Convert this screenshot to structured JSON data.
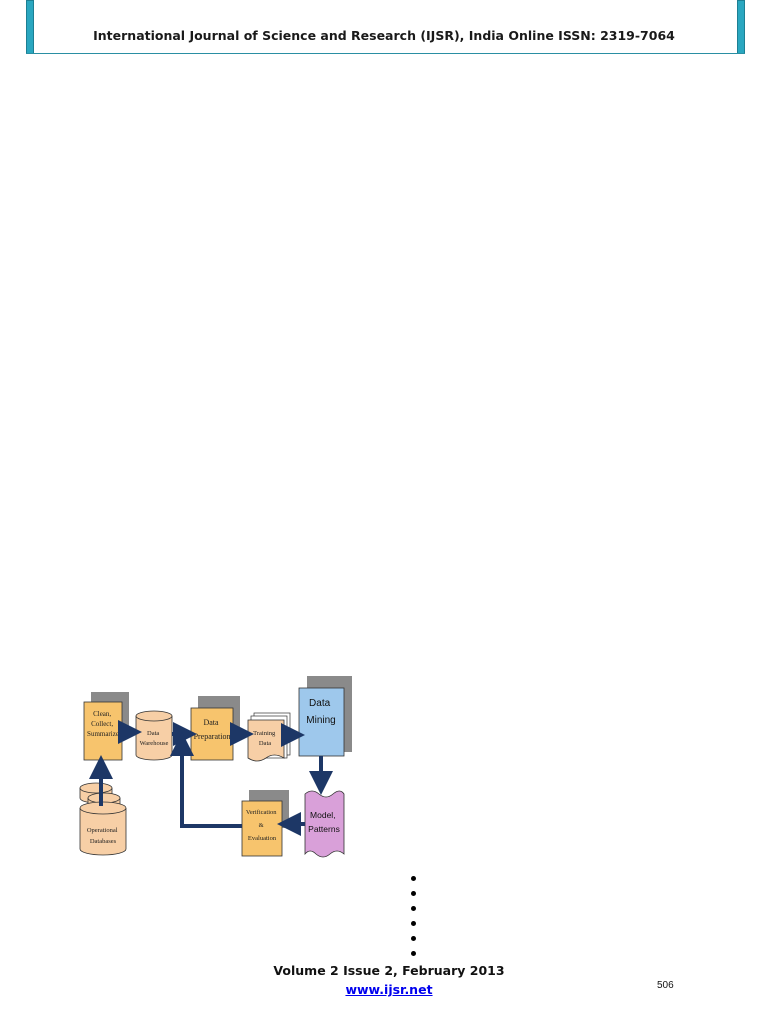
{
  "header": {
    "title": "International Journal of Science and Research (IJSR), India Online ISSN: 2319-7064"
  },
  "figure": {
    "nodes": {
      "clean": [
        "Clean,",
        "Collect,",
        "Summarize"
      ],
      "warehouse": [
        "Data",
        "Warehouse"
      ],
      "prep": [
        "Data",
        "Preparation"
      ],
      "training": [
        "Training",
        "Data"
      ],
      "mining": [
        "Data",
        "Mining"
      ],
      "model": [
        "Model,",
        "Patterns"
      ],
      "verify": [
        "Verification",
        "&",
        "Evaluation"
      ],
      "operational": [
        "Operational",
        "Databases"
      ]
    },
    "colors": {
      "box_yellow": "#f7c46d",
      "db_peach": "#f7cfa6",
      "mining_blue": "#9ec8ec",
      "model_pink": "#d9a0d9",
      "arrow_navy": "#1d3766",
      "shadow_gray": "#8a8a8a"
    }
  },
  "bullets": [
    "",
    "",
    "",
    "",
    "",
    ""
  ],
  "footer": {
    "volume": "Volume 2 Issue 2, February 2013",
    "url": "www.ijsr.net",
    "page_number": "506"
  }
}
